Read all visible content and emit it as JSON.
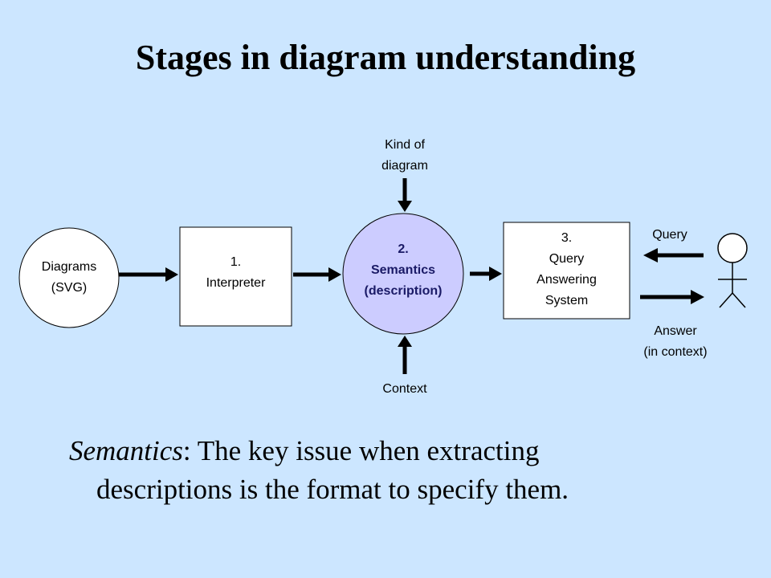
{
  "title": "Stages in diagram understanding",
  "nodes": {
    "diagrams": {
      "line1": "Diagrams",
      "line2": "(SVG)"
    },
    "interpreter": {
      "line1": "1.",
      "line2": "Interpreter"
    },
    "semantics": {
      "line1": "2.",
      "line2": "Semantics",
      "line3": "(description)"
    },
    "query_system": {
      "line1": "3.",
      "line2": "Query",
      "line3": "Answering",
      "line4": "System"
    }
  },
  "labels": {
    "kind_line1": "Kind of",
    "kind_line2": "diagram",
    "context": "Context",
    "query": "Query",
    "answer_line1": "Answer",
    "answer_line2": "(in context)"
  },
  "caption": {
    "term": "Semantics",
    "sep": ": ",
    "rest_line1": "The key issue when extracting",
    "line2": "descriptions is the format to specify them."
  },
  "colors": {
    "background": "#cce6ff",
    "semantics_fill": "#ccccff",
    "box_fill": "#ffffff",
    "stroke": "#000000"
  },
  "icons": [
    "stick-figure-user-icon"
  ]
}
